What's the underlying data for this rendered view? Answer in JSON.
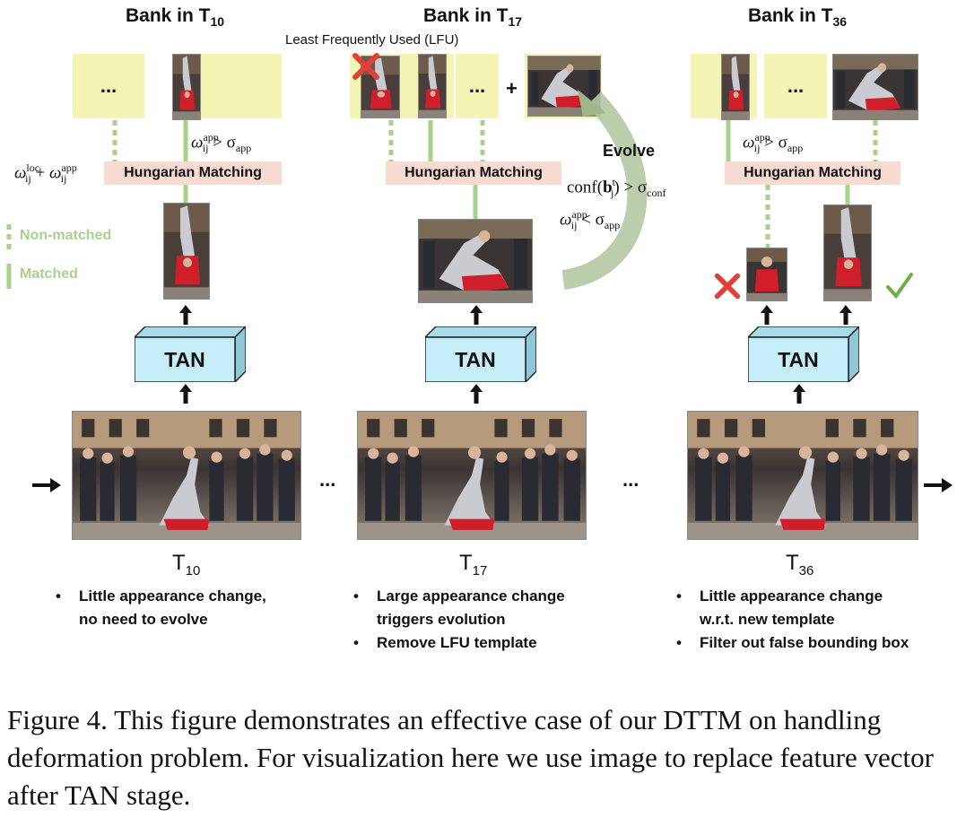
{
  "banks": [
    {
      "title": "Bank in T",
      "sub": "10"
    },
    {
      "title": "Bank in T",
      "sub": "17"
    },
    {
      "title": "Bank in T",
      "sub": "36"
    }
  ],
  "ellipsis": "...",
  "plus": "+",
  "lfu_label": "Least Frequently Used (LFU)",
  "hungarian": "Hungarian Matching",
  "tan": "TAN",
  "evolve": "Evolve",
  "math": {
    "omega": "ω",
    "ij": "ij",
    "loc": "loc",
    "app": "app",
    "plus": " + ",
    "gt_app": " > σ",
    "lt_app": " < σ",
    "conf_prefix": "conf(",
    "b": "b",
    "b_sup": "t",
    "b_sub": "j",
    "conf_suffix": ") > σ",
    "conf_sub": "conf",
    "sigma_sub": "app"
  },
  "legend": {
    "non_matched": "Non-matched",
    "matched": "Matched"
  },
  "frames": [
    {
      "label": "T",
      "sub": "10",
      "bullets": [
        "Little appearance change,",
        "no need to evolve"
      ]
    },
    {
      "label": "T",
      "sub": "17",
      "bullets": [
        "Large appearance change",
        "triggers evolution",
        "Remove LFU template"
      ]
    },
    {
      "label": "T",
      "sub": "36",
      "bullets": [
        "Little appearance change",
        "w.r.t. new template",
        "Filter out false bounding box"
      ]
    }
  ],
  "between_dots": "...",
  "caption": "Figure 4. This figure demonstrates an effective case of our DTTM on handling deformation problem. For visualization here we use image to replace feature vector after TAN stage.",
  "colors": {
    "bank": "#f4f5b4",
    "hungarian": "#f7dbd3",
    "tan_face": "#c6eef8",
    "line": "#a9d18e",
    "cross": "#e0403a",
    "check": "#70ad47"
  }
}
